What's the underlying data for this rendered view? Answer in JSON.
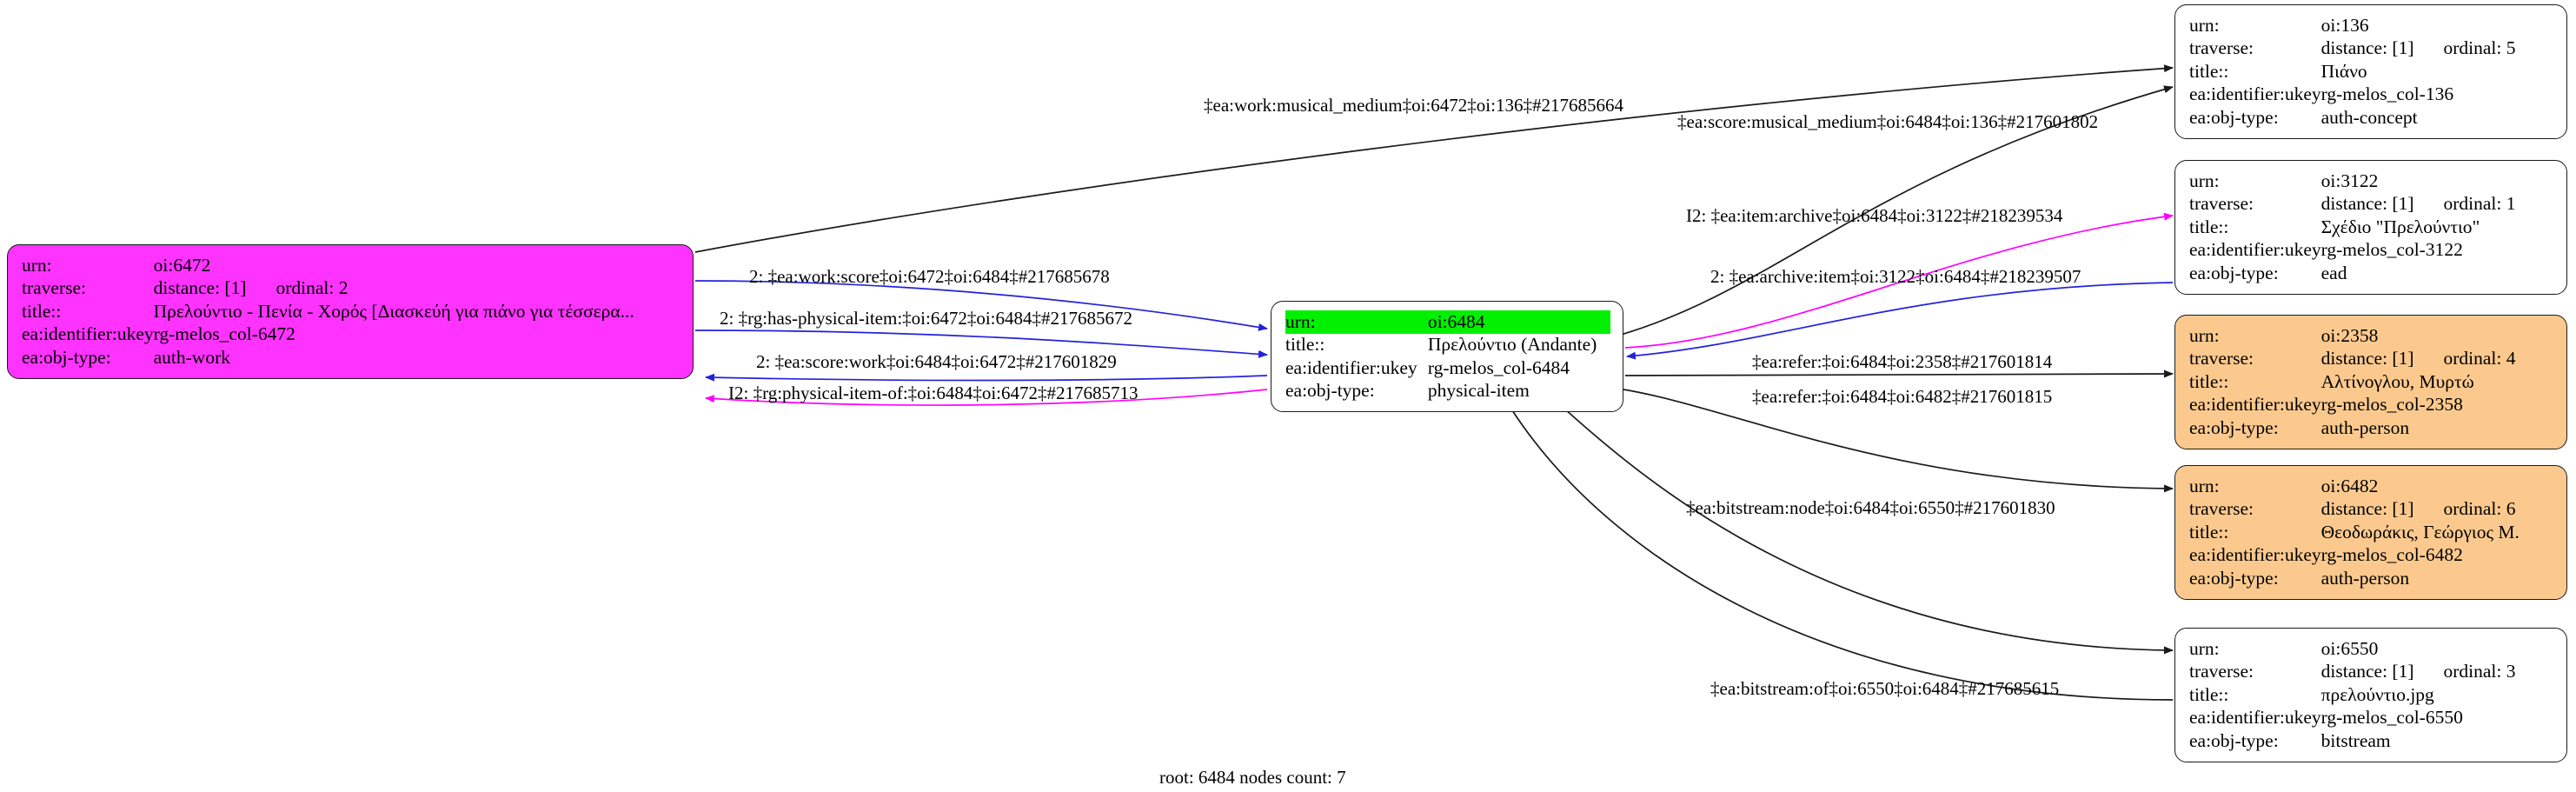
{
  "graph": {
    "footer": "root: 6484 nodes count: 7",
    "colors": {
      "node_fill_magenta": "#ff33ff",
      "node_fill_orange": "#fbc98e",
      "node_fill_white": "#ffffff",
      "urn_highlight_green": "#00f000",
      "edge_black": "#1a1a1a",
      "edge_blue": "#2222dd",
      "edge_magenta": "#ff00ff",
      "node_border": "#1a1a1a"
    },
    "field_labels": {
      "urn": "urn:",
      "traverse": "traverse:",
      "title": "title::",
      "ukey": "ea:identifier:ukey",
      "objtype": "ea:obj-type:"
    }
  },
  "nodes": [
    {
      "id": "n6472",
      "fill": "magenta",
      "urn": "oi:6472",
      "distance": "distance: [1]",
      "ordinal": "ordinal: 2",
      "title": "Πρελούντιο - Πενία - Χορός [Διασκεύή για πιάνο για τέσσερα...",
      "ukey": "rg-melos_col-6472",
      "objtype": "auth-work",
      "urn_highlighted": false,
      "has_traverse": true
    },
    {
      "id": "n6484",
      "fill": "white",
      "urn": "oi:6484",
      "distance": "",
      "ordinal": "",
      "title": "Πρελούντιο (Andante)",
      "ukey": "rg-melos_col-6484",
      "objtype": "physical-item",
      "urn_highlighted": true,
      "has_traverse": false
    },
    {
      "id": "n136",
      "fill": "white",
      "urn": "oi:136",
      "distance": "distance: [1]",
      "ordinal": "ordinal: 5",
      "title": "Πιάνο",
      "ukey": "rg-melos_col-136",
      "objtype": "auth-concept",
      "urn_highlighted": false,
      "has_traverse": true
    },
    {
      "id": "n3122",
      "fill": "white",
      "urn": "oi:3122",
      "distance": "distance: [1]",
      "ordinal": "ordinal: 1",
      "title": "Σχέδιο \"Πρελούντιο\"",
      "ukey": "rg-melos_col-3122",
      "objtype": "ead",
      "urn_highlighted": false,
      "has_traverse": true
    },
    {
      "id": "n2358",
      "fill": "orange",
      "urn": "oi:2358",
      "distance": "distance: [1]",
      "ordinal": "ordinal: 4",
      "title": "Αλτίνογλου, Μυρτώ",
      "ukey": "rg-melos_col-2358",
      "objtype": "auth-person",
      "urn_highlighted": false,
      "has_traverse": true
    },
    {
      "id": "n6482",
      "fill": "orange",
      "urn": "oi:6482",
      "distance": "distance: [1]",
      "ordinal": "ordinal: 6",
      "title": "Θεοδωράκις, Γεώργιος Μ.",
      "ukey": "rg-melos_col-6482",
      "objtype": "auth-person",
      "urn_highlighted": false,
      "has_traverse": true
    },
    {
      "id": "n6550",
      "fill": "white",
      "urn": "oi:6550",
      "distance": "distance: [1]",
      "ordinal": "ordinal: 3",
      "title": "πρελούντιο.jpg",
      "ukey": "rg-melos_col-6550",
      "objtype": "bitstream",
      "urn_highlighted": false,
      "has_traverse": true
    }
  ],
  "edge_labels": [
    {
      "id": "e_work_musical_medium",
      "text": "‡ea:work:musical_medium‡oi:6472‡oi:136‡#217685664"
    },
    {
      "id": "e_score_musical_medium",
      "text": "‡ea:score:musical_medium‡oi:6484‡oi:136‡#217601802"
    },
    {
      "id": "e_item_archive",
      "text": "I2: ‡ea:item:archive‡oi:6484‡oi:3122‡#218239534"
    },
    {
      "id": "e_archive_item",
      "text": "2: ‡ea:archive:item‡oi:3122‡oi:6484‡#218239507"
    },
    {
      "id": "e_work_score",
      "text": "2: ‡ea:work:score‡oi:6472‡oi:6484‡#217685678"
    },
    {
      "id": "e_has_physical_item",
      "text": "2: ‡rg:has-physical-item:‡oi:6472‡oi:6484‡#217685672"
    },
    {
      "id": "e_score_work",
      "text": "2: ‡ea:score:work‡oi:6484‡oi:6472‡#217601829"
    },
    {
      "id": "e_physical_item_of",
      "text": "I2: ‡rg:physical-item-of:‡oi:6484‡oi:6472‡#217685713"
    },
    {
      "id": "e_refer_2358",
      "text": "‡ea:refer:‡oi:6484‡oi:2358‡#217601814"
    },
    {
      "id": "e_refer_6482",
      "text": "‡ea:refer:‡oi:6484‡oi:6482‡#217601815"
    },
    {
      "id": "e_bitstream_node",
      "text": "‡ea:bitstream:node‡oi:6484‡oi:6550‡#217601830"
    },
    {
      "id": "e_bitstream_of",
      "text": "‡ea:bitstream:of‡oi:6550‡oi:6484‡#217685615"
    }
  ]
}
